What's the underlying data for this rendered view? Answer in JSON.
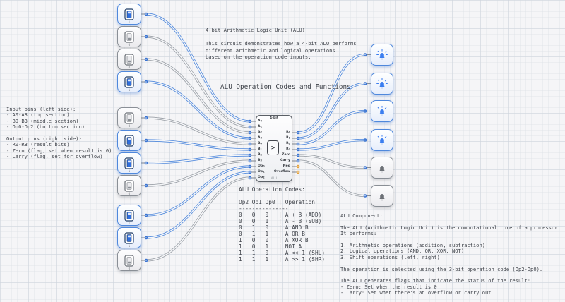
{
  "app": "logic-circuit-simulator",
  "colors": {
    "wire_on": "#4f88dc",
    "wire_off": "#9ba0a7",
    "wire_core": "#f5f6f8",
    "port": "#3a74d2",
    "port_center": "#d3e2f8",
    "port_unconnected": "#e6a23c",
    "stub": "#8a8f96",
    "led_on": "#3b7ef0",
    "led_off": "#6d7177",
    "switch_on_body": "#2f6fe0",
    "switch_on_outline": "#1f3c66",
    "switch_off_outline": "#6b7077",
    "text": "#3f434a"
  },
  "inputs": {
    "groups": [
      {
        "name": "A",
        "switches": [
          {
            "signal": "A0",
            "value": "1",
            "state": "on"
          },
          {
            "signal": "A1",
            "value": "0",
            "state": "off"
          },
          {
            "signal": "A2",
            "value": "0",
            "state": "off"
          },
          {
            "signal": "A3",
            "value": "1",
            "state": "on"
          }
        ]
      },
      {
        "name": "B",
        "switches": [
          {
            "signal": "B0",
            "value": "0",
            "state": "off"
          },
          {
            "signal": "B1",
            "value": "1",
            "state": "on"
          },
          {
            "signal": "B2",
            "value": "1",
            "state": "on"
          },
          {
            "signal": "B3",
            "value": "0",
            "state": "off"
          }
        ]
      },
      {
        "name": "Op",
        "switches": [
          {
            "signal": "Op0",
            "value": "1",
            "state": "on"
          },
          {
            "signal": "Op1",
            "value": "1",
            "state": "on"
          },
          {
            "signal": "Op2",
            "value": "0",
            "state": "off"
          }
        ]
      }
    ]
  },
  "alu": {
    "title": "4-bit",
    "label": "ALU",
    "icon": ">",
    "left_pins": [
      "A0",
      "A1",
      "A2",
      "A3",
      "B0",
      "B1",
      "B2",
      "B3",
      "Op0",
      "Op1",
      "Op2"
    ],
    "right_pins": [
      {
        "label": "R0",
        "state": "on",
        "connected": true
      },
      {
        "label": "R1",
        "state": "on",
        "connected": true
      },
      {
        "label": "R2",
        "state": "on",
        "connected": true
      },
      {
        "label": "R3",
        "state": "on",
        "connected": true
      },
      {
        "label": "Zero",
        "state": "off",
        "connected": true
      },
      {
        "label": "Carry",
        "state": "off",
        "connected": true
      },
      {
        "label": "Neg",
        "state": "off",
        "connected": false
      },
      {
        "label": "Overflow",
        "state": "off",
        "connected": false
      }
    ]
  },
  "leds": [
    {
      "signal": "R0",
      "lit": true
    },
    {
      "signal": "R1",
      "lit": true
    },
    {
      "signal": "R2",
      "lit": true
    },
    {
      "signal": "R3",
      "lit": true
    },
    {
      "signal": "Zero",
      "lit": false
    },
    {
      "signal": "Carry",
      "lit": false
    }
  ],
  "annotations": {
    "title_block": [
      "4-bit Arithmetic Logic Unit (ALU)",
      "",
      "This circuit demonstrates how a 4-bit ALU performs",
      "different arithmetic and logical operations",
      "based on the operation code inputs."
    ],
    "codes_caption": "ALU Operation Codes and Functions",
    "left_block": [
      "Input pins (left side):",
      "- A0-A3 (top section)",
      "- B0-B3 (middle section)",
      "- Op0-Op2 (bottom section)",
      "",
      "Output pins (right side):",
      "- R0-R3 (result bits)",
      "- Zero (flag, set when result is 0)",
      "- Carry (flag, set for overflow)"
    ],
    "right_block": [
      "ALU Component:",
      "",
      "The ALU (Arithmetic Logic Unit) is the computational core of a processor.",
      "It performs:",
      "",
      "1. Arithmetic operations (addition, subtraction)",
      "2. Logical operations (AND, OR, XOR, NOT)",
      "3. Shift operations (left, right)",
      "",
      "The operation is selected using the 3-bit operation code (Op2-Op0).",
      "",
      "The ALU generates flags that indicate the status of the result:",
      "- Zero: Set when the result is 0",
      "- Carry: Set when there's an overflow or carry out"
    ]
  },
  "op_table": {
    "title": "ALU Operation Codes:",
    "header": "Op2 Op1 Op0 | Operation",
    "separator": "---------------",
    "rows": [
      [
        "0",
        "0",
        "0",
        "A + B (ADD)"
      ],
      [
        "0",
        "0",
        "1",
        "A - B (SUB)"
      ],
      [
        "0",
        "1",
        "0",
        "A AND B"
      ],
      [
        "0",
        "1",
        "1",
        "A OR B"
      ],
      [
        "1",
        "0",
        "0",
        "A XOR B"
      ],
      [
        "1",
        "0",
        "1",
        "NOT A"
      ],
      [
        "1",
        "1",
        "0",
        "A << 1 (SHL)"
      ],
      [
        "1",
        "1",
        "1",
        "A >> 1 (SHR)"
      ]
    ]
  }
}
